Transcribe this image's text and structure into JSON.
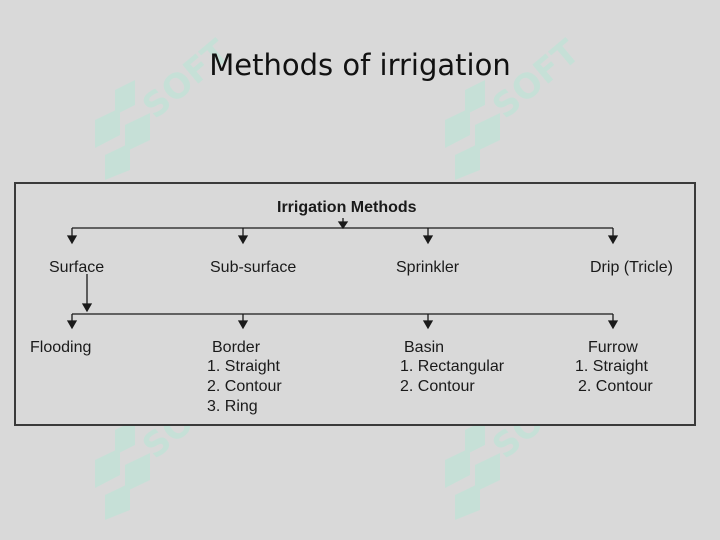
{
  "slide": {
    "title": "Methods of irrigation"
  },
  "diagram": {
    "root": "Irrigation Methods",
    "level1": [
      "Surface",
      "Sub-surface",
      "Sprinkler",
      "Drip (Tricle)"
    ],
    "surface_methods": [
      {
        "name": "Flooding",
        "items": []
      },
      {
        "name": "Border",
        "items": [
          "1. Straight",
          "2. Contour",
          "3. Ring"
        ]
      },
      {
        "name": "Basin",
        "items": [
          "1. Rectangular",
          "2. Contour"
        ]
      },
      {
        "name": "Furrow",
        "items": [
          "1. Straight",
          "2. Contour"
        ]
      }
    ]
  },
  "colors": {
    "background": "#d9d9d9",
    "watermark": "#b8e6d6",
    "line": "#1a1a1a"
  }
}
